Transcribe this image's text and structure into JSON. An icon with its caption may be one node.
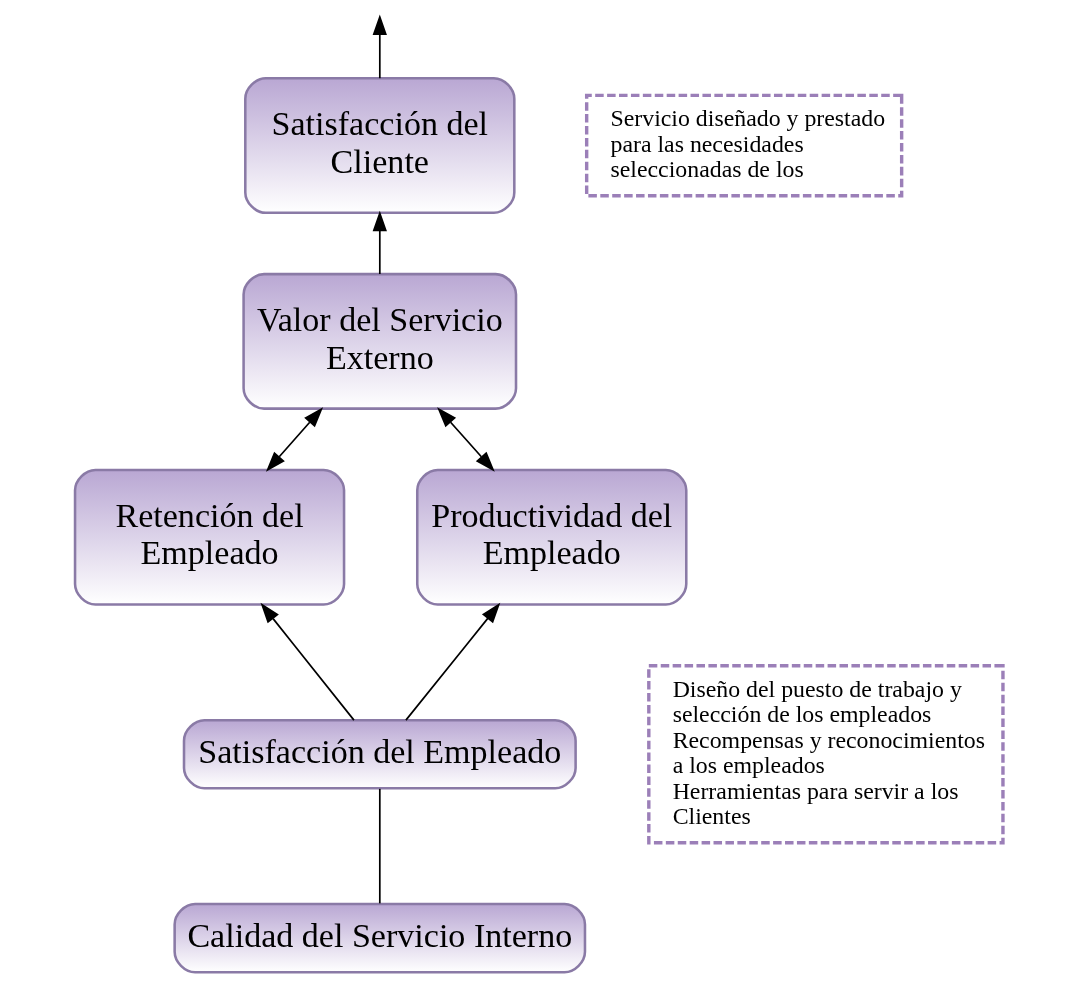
{
  "diagram": {
    "nodes": [
      {
        "text": [
          "Satisfacción del Cliente"
        ]
      },
      {
        "text": [
          "Valor del Servicio Externo"
        ]
      },
      {
        "text": [
          "Retención del Empleado"
        ]
      },
      {
        "text": [
          "Productividad del Empleado"
        ]
      },
      {
        "text": [
          "Satisfacción del Empleado"
        ]
      },
      {
        "text": [
          "Calidad del Servicio Interno"
        ]
      },
      {
        "text": [
          "Servicio diseñado y prestado para las necesidades seleccionadas de los"
        ]
      },
      {
        "text": [
          "Diseño del puesto de trabajo y selección de los empleados",
          "Recompensas y reconocimientos a los empleados",
          "Herramientas para servir a los Clientes"
        ]
      }
    ],
    "edges": [
      {
        "from": 0,
        "to": null,
        "arrow": "to"
      },
      {
        "from": 1,
        "to": 0,
        "arrow": "to"
      },
      {
        "from": 1,
        "to": 2,
        "arrow": "both"
      },
      {
        "from": 1,
        "to": 3,
        "arrow": "both"
      },
      {
        "from": 4,
        "to": 2,
        "arrow": "to"
      },
      {
        "from": 4,
        "to": 3,
        "arrow": "to"
      },
      {
        "from": 5,
        "to": 4,
        "arrow": "none"
      }
    ]
  }
}
